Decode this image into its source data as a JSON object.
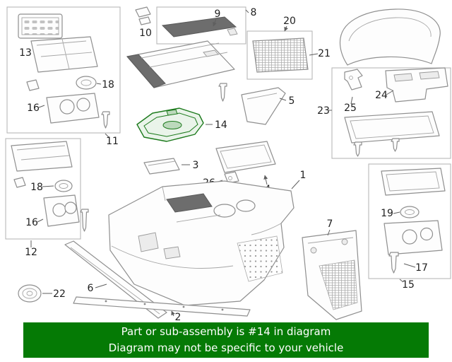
{
  "banner": {
    "line1": "Part or sub-assembly is #14 in diagram",
    "line2": "Diagram may not be specific to your vehicle"
  },
  "diagram": {
    "highlighted_part": "14",
    "callouts": {
      "c1": "1",
      "c2": "2",
      "c3": "3",
      "c4": "4",
      "c5": "5",
      "c6": "6",
      "c7": "7",
      "c8": "8",
      "c9": "9",
      "c10": "10",
      "c11": "11",
      "c12": "12",
      "c13": "13",
      "c14": "14",
      "c15": "15",
      "c16a": "16",
      "c16b": "16",
      "c17": "17",
      "c18a": "18",
      "c18b": "18",
      "c19": "19",
      "c20": "20",
      "c21": "21",
      "c22": "22",
      "c23": "23",
      "c24": "24",
      "c25": "25",
      "c26": "26"
    }
  },
  "colors": {
    "highlight": "#1c7a1c",
    "highlight_fill": "#eaf4ea",
    "banner_bg": "#057a05",
    "banner_text": "#ffffff"
  }
}
